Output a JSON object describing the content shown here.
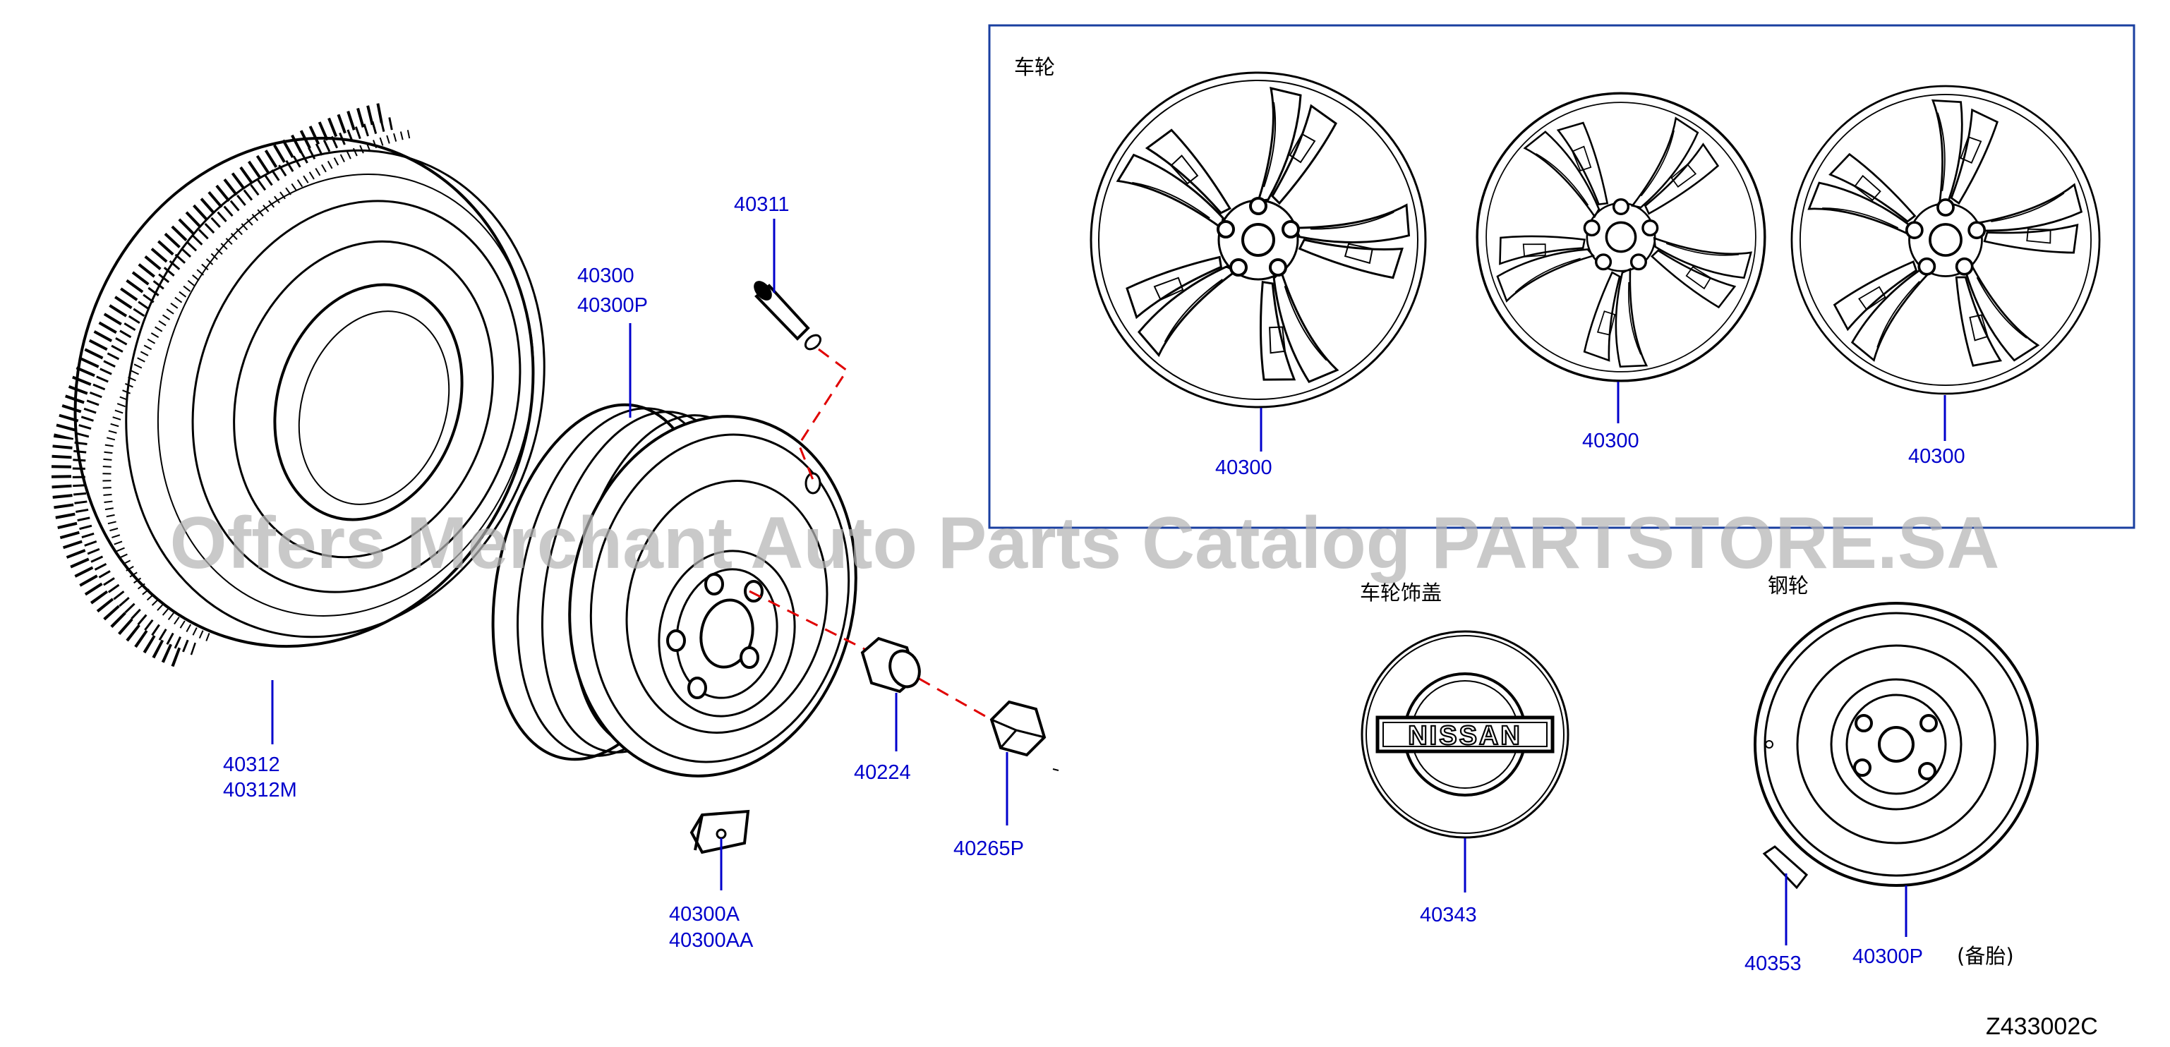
{
  "diagram": {
    "diagram_id": "Z433002C",
    "watermark": "Offers Merchant Auto Parts Catalog PARTSTORE.SA",
    "colors": {
      "line": "#000000",
      "callout": "#0000cc",
      "dashed": "#e00000",
      "box": "#1a3fa0",
      "watermark": "#b4b4b4"
    },
    "sections": {
      "alloy_wheels": "车轮",
      "wheel_cap": "车轮饰盖",
      "steel_wheel": "钢轮",
      "spare_note": "(备胎)"
    },
    "emblem_text": "NISSAN",
    "callouts": {
      "tire_a": "40312",
      "tire_b": "40312M",
      "wheel_a": "40300",
      "wheel_b": "40300P",
      "valve": "40311",
      "weight_a": "40300A",
      "weight_b": "40300AA",
      "nut": "40224",
      "lock_nut": "40265P",
      "alloy_1": "40300",
      "alloy_2": "40300",
      "alloy_3": "40300",
      "cap": "40343",
      "steel_weight": "40353",
      "steel_wheel": "40300P"
    }
  }
}
